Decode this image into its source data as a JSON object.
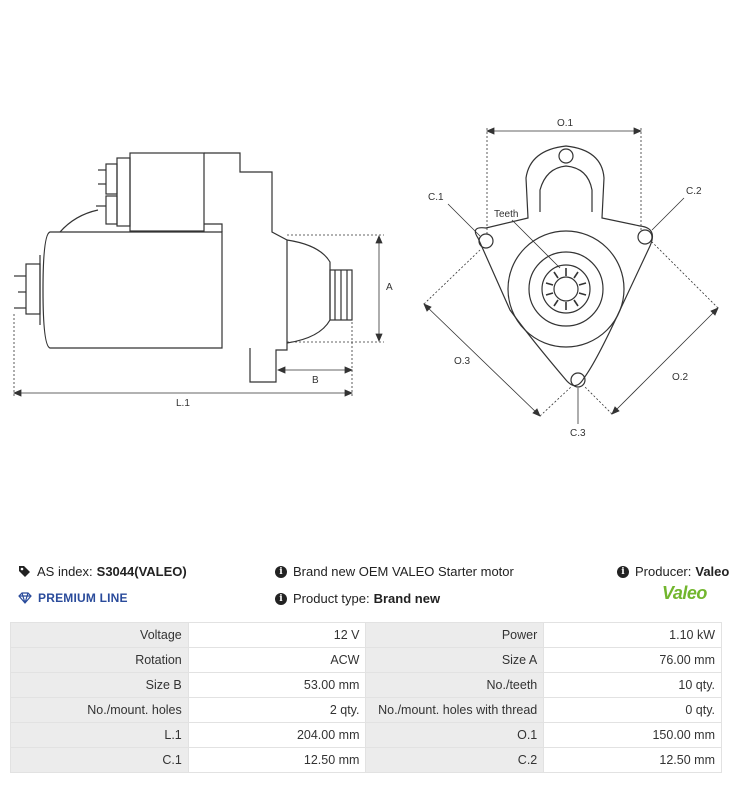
{
  "drawing": {
    "labels": {
      "A": "A",
      "B": "B",
      "L1": "L.1",
      "O1": "O.1",
      "O2": "O.2",
      "O3": "O.3",
      "C1": "C.1",
      "C2": "C.2",
      "C3": "C.3",
      "teeth": "Teeth"
    }
  },
  "info": {
    "as_index_label": "AS index:",
    "as_index_value": "S3044(VALEO)",
    "description": "Brand new OEM VALEO Starter motor",
    "producer_label": "Producer:",
    "producer_value": "Valeo",
    "premium_line": "PREMIUM LINE",
    "product_type_label": "Product type:",
    "product_type_value": "Brand new",
    "logo_text": "Valeo"
  },
  "specs": [
    {
      "k1": "Voltage",
      "v1": "12 V",
      "k2": "Power",
      "v2": "1.10 kW"
    },
    {
      "k1": "Rotation",
      "v1": "ACW",
      "k2": "Size A",
      "v2": "76.00 mm"
    },
    {
      "k1": "Size B",
      "v1": "53.00 mm",
      "k2": "No./teeth",
      "v2": "10 qty."
    },
    {
      "k1": "No./mount. holes",
      "v1": "2 qty.",
      "k2": "No./mount. holes with thread",
      "v2": "0 qty."
    },
    {
      "k1": "L.1",
      "v1": "204.00 mm",
      "k2": "O.1",
      "v2": "150.00 mm"
    },
    {
      "k1": "C.1",
      "v1": "12.50 mm",
      "k2": "C.2",
      "v2": "12.50 mm"
    }
  ],
  "colors": {
    "brand_green": "#72b62e",
    "premium_blue": "#2a4b9b",
    "header_cell": "#ececec"
  }
}
